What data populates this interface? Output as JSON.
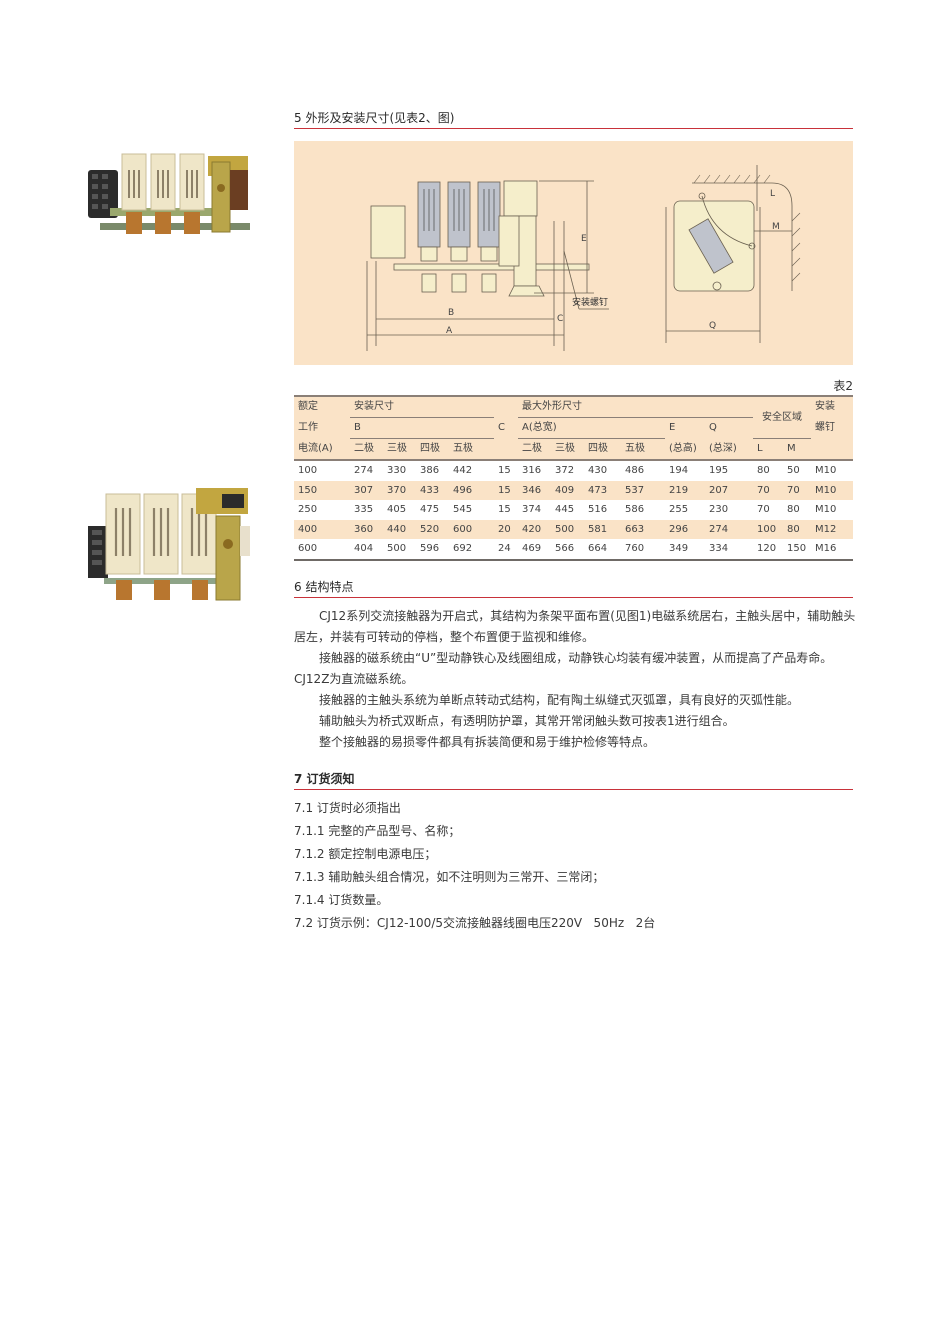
{
  "section5": {
    "title": "5 外形及安装尺寸(见表2、图)",
    "front_view": {
      "labels": {
        "B": "B",
        "A": "A",
        "C": "C",
        "E": "E",
        "screw": "安装螺钉"
      }
    },
    "side_view": {
      "labels": {
        "L": "L",
        "M": "M",
        "Q": "Q"
      }
    }
  },
  "photos": [
    {
      "name": "contactor-photo-1",
      "description": "CJ12 contactor three-pole product photo"
    },
    {
      "name": "contactor-photo-2",
      "description": "CJ12 contactor three-pole product photo angled"
    }
  ],
  "table2": {
    "caption": "表2",
    "headers": {
      "rated_current": [
        "额定",
        "工作",
        "电流(A)"
      ],
      "install_dims": "安装尺寸",
      "B": "B",
      "C": "C",
      "max_dims": "最大外形尺寸",
      "A": "A(总宽)",
      "E": "E",
      "E_sub": "(总高)",
      "Q": "Q",
      "Q_sub": "(总深)",
      "safety": "安全区域",
      "L": "L",
      "M": "M",
      "screw": [
        "安装",
        "螺钉"
      ],
      "poles": [
        "二极",
        "三极",
        "四极",
        "五极"
      ]
    },
    "rows": [
      {
        "current": "100",
        "B": [
          "274",
          "330",
          "386",
          "442"
        ],
        "C": "15",
        "A": [
          "316",
          "372",
          "430",
          "486"
        ],
        "E": "194",
        "Q": "195",
        "L": "80",
        "M": "50",
        "screw": "M10"
      },
      {
        "current": "150",
        "B": [
          "307",
          "370",
          "433",
          "496"
        ],
        "C": "15",
        "A": [
          "346",
          "409",
          "473",
          "537"
        ],
        "E": "219",
        "Q": "207",
        "L": "70",
        "M": "70",
        "screw": "M10"
      },
      {
        "current": "250",
        "B": [
          "335",
          "405",
          "475",
          "545"
        ],
        "C": "15",
        "A": [
          "374",
          "445",
          "516",
          "586"
        ],
        "E": "255",
        "Q": "230",
        "L": "70",
        "M": "80",
        "screw": "M10"
      },
      {
        "current": "400",
        "B": [
          "360",
          "440",
          "520",
          "600"
        ],
        "C": "20",
        "A": [
          "420",
          "500",
          "581",
          "663"
        ],
        "E": "296",
        "Q": "274",
        "L": "100",
        "M": "80",
        "screw": "M12"
      },
      {
        "current": "600",
        "B": [
          "404",
          "500",
          "596",
          "692"
        ],
        "C": "24",
        "A": [
          "469",
          "566",
          "664",
          "760"
        ],
        "E": "349",
        "Q": "334",
        "L": "120",
        "M": "150",
        "screw": "M16"
      }
    ]
  },
  "section6": {
    "title": "6 结构特点",
    "paragraphs": [
      "CJ12系列交流接触器为开启式，其结构为条架平面布置(见图1)电磁系统居右，主触头居中，辅助触头居左，并装有可转动的停档，整个布置便于监视和维修。",
      "接触器的磁系统由“U”型动静铁心及线圈组成，动静铁心均装有缓冲装置，从而提高了产品寿命。CJ12Z为直流磁系统。",
      "接触器的主触头系统为单断点转动式结构，配有陶土纵缝式灭弧罩，具有良好的灭弧性能。",
      "辅助触头为桥式双断点，有透明防护罩，其常开常闭触头数可按表1进行组合。",
      "整个接触器的易损零件都具有拆装简便和易于维护检修等特点。"
    ]
  },
  "section7": {
    "title": "7 订货须知",
    "items": [
      "7.1 订货时必须指出",
      "7.1.1 完整的产品型号、名称；",
      "7.1.2 额定控制电源电压；",
      "7.1.3 辅助触头组合情况，如不注明则为三常开、三常闭；",
      "7.1.4 订货数量。",
      "7.2 订货示例：CJ12-100/5交流接触器线圈电压220V   50Hz   2台"
    ]
  },
  "colors": {
    "accent_rule": "#c8323a",
    "panel_bg": "#fae3c7",
    "table_rule": "#8a7f77"
  }
}
